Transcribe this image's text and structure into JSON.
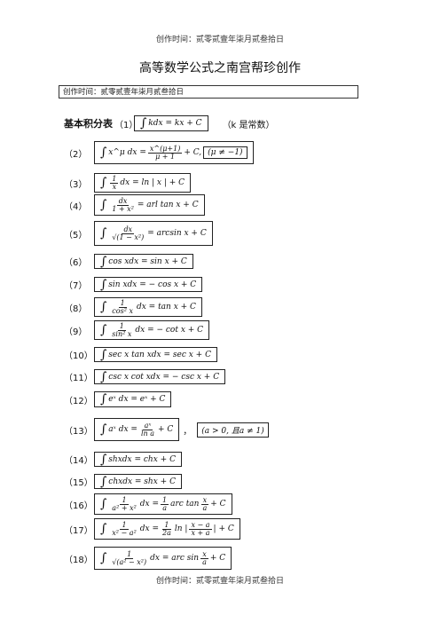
{
  "header": {
    "text": "创作时间：贰零贰壹年柒月贰叁拾日"
  },
  "title": "高等数学公式之南宫帮珍创作",
  "inner_header": "创作时间：贰零贰壹年柒月贰叁拾日",
  "section_label": "基本积分表",
  "section_note": "（k 是常数）",
  "footer": {
    "text": "创作时间：贰零贰壹年柒月贰叁拾日"
  },
  "formulas": [
    {
      "num": "（1）",
      "lhs": "kdx",
      "rhs": "= kx + C"
    },
    {
      "num": "（2）",
      "lhs": "x^μ dx",
      "num_top": "x^(μ+1)",
      "den": "μ + 1",
      "rhs_tail": "+ C,",
      "cond": "(μ ≠ −1)"
    },
    {
      "num": "（3）",
      "top": "1",
      "bot": "x",
      "rhs": "dx = ln | x | + C"
    },
    {
      "num": "（4）",
      "top": "dx",
      "bot": "1 + x²",
      "rhs": "= arl tan x + C"
    },
    {
      "num": "（5）",
      "top": "dx",
      "bot": "√(1 − x²)",
      "rhs": "= arcsin x + C"
    },
    {
      "num": "（6）",
      "lhs": "cos xdx = sin x + C"
    },
    {
      "num": "（7）",
      "lhs": "sin xdx = − cos x + C"
    },
    {
      "num": "（8）",
      "top": "1",
      "bot": "cos² x",
      "rhs": "dx = tan x + C"
    },
    {
      "num": "（9）",
      "top": "1",
      "bot": "sin² x",
      "rhs": "dx = − cot x + C"
    },
    {
      "num": "（10）",
      "lhs": "sec x tan xdx = sec x + C"
    },
    {
      "num": "（11）",
      "lhs": "csc x cot xdx = − csc x + C"
    },
    {
      "num": "（12）",
      "lhs": "eˣ dx = eˣ + C"
    },
    {
      "num": "（13）",
      "lhs": "aˣ dx =",
      "top": "aˣ",
      "bot": "ln a",
      "rhs": "+ C",
      "sep": "，",
      "cond": "(a > 0, 且a ≠ 1)"
    },
    {
      "num": "（14）",
      "lhs": "shxdx = chx + C"
    },
    {
      "num": "（15）",
      "lhs": "chxdx = shx + C"
    },
    {
      "num": "（16）",
      "top": "1",
      "bot": "a² + x²",
      "mid": "dx =",
      "top2": "1",
      "bot2": "a",
      "mid2": "arc tan",
      "top3": "x",
      "bot3": "a",
      "rhs": "+ C"
    },
    {
      "num": "（17）",
      "top": "1",
      "bot": "x² − a²",
      "mid": "dx =",
      "top2": "1",
      "bot2": "2a",
      "mid2": "ln |",
      "top3": "x − a",
      "bot3": "x + a",
      "rhs": "| + C"
    },
    {
      "num": "（18）",
      "top": "1",
      "bot": "√(a² − x²)",
      "mid": "dx = arc sin",
      "top3": "x",
      "bot3": "a",
      "rhs": "+ C"
    }
  ]
}
